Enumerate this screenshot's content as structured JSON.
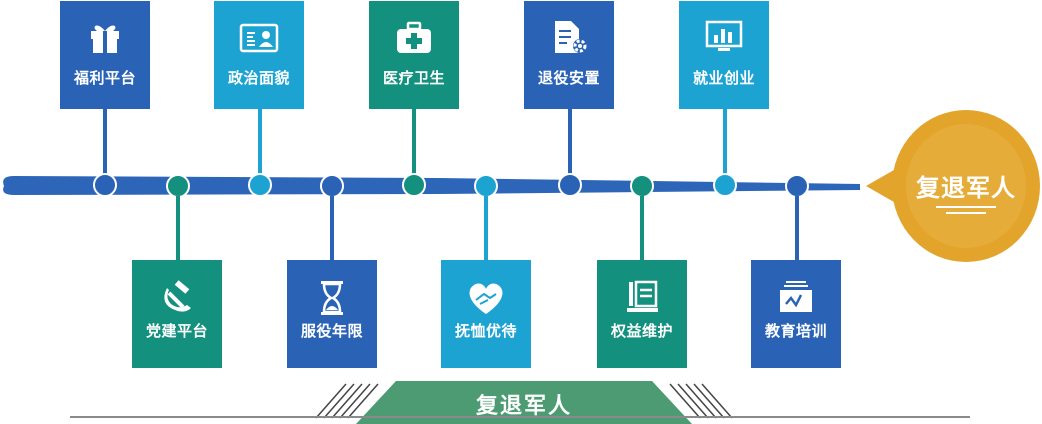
{
  "hub": {
    "title": "复退军人"
  },
  "banner": {
    "title": "复退军人"
  },
  "colors": {
    "blue": "#2a63b5",
    "teal": "#13907e",
    "cyan": "#1da3d1",
    "gold": "#e3a42b",
    "green": "#4d9b73",
    "timeline": "#2d66b8"
  },
  "top_items": [
    {
      "label": "福利平台",
      "icon": "gift-icon",
      "color": "#2a63b5"
    },
    {
      "label": "政治面貌",
      "icon": "id-card-icon",
      "color": "#1da3d1"
    },
    {
      "label": "医疗卫生",
      "icon": "medical-kit-icon",
      "color": "#13907e"
    },
    {
      "label": "退役安置",
      "icon": "document-gear-icon",
      "color": "#2a63b5"
    },
    {
      "label": "就业创业",
      "icon": "monitor-chart-icon",
      "color": "#1da3d1"
    }
  ],
  "bottom_items": [
    {
      "label": "党建平台",
      "icon": "hammer-sickle-icon",
      "color": "#13907e"
    },
    {
      "label": "服役年限",
      "icon": "hourglass-icon",
      "color": "#2a63b5"
    },
    {
      "label": "抚恤优待",
      "icon": "heart-hands-icon",
      "color": "#1da3d1"
    },
    {
      "label": "权益维护",
      "icon": "clipboard-icon",
      "color": "#13907e"
    },
    {
      "label": "教育培训",
      "icon": "training-board-icon",
      "color": "#2a63b5"
    }
  ]
}
